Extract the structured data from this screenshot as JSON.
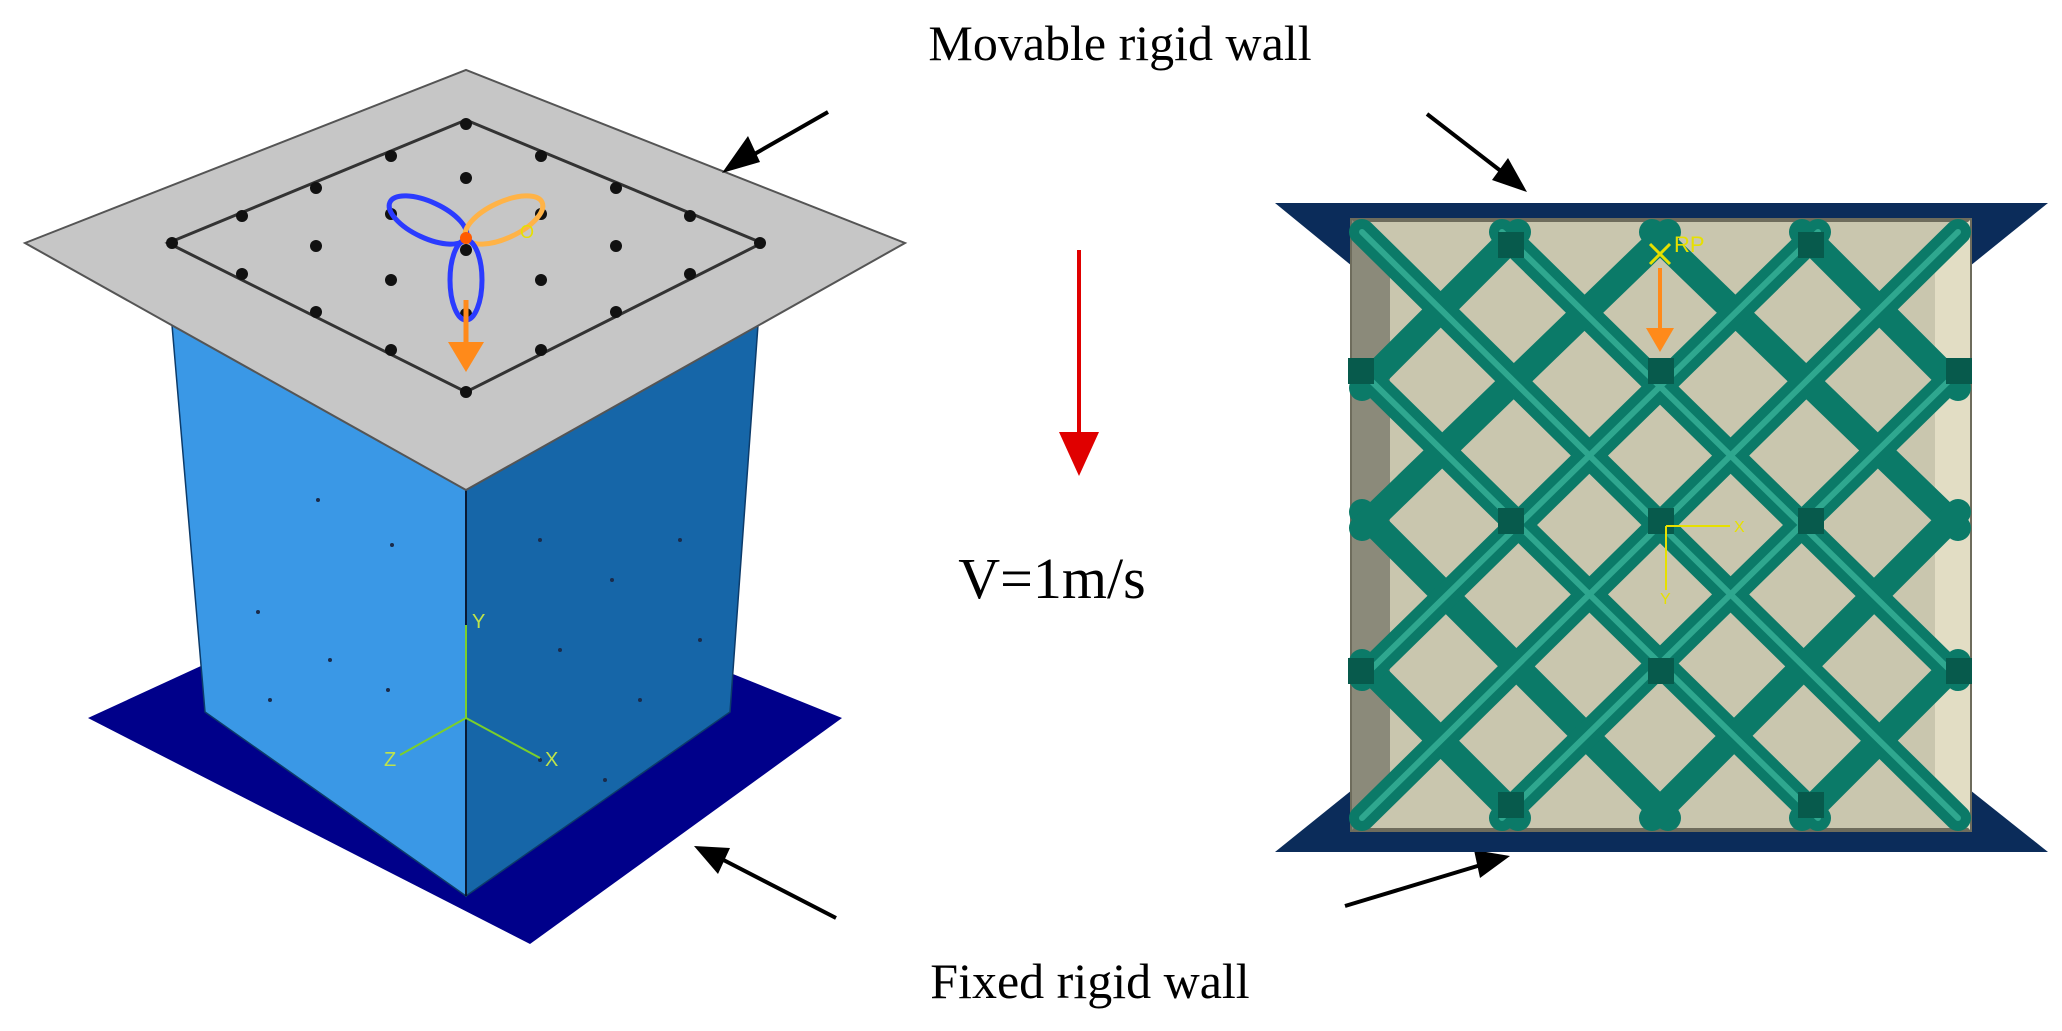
{
  "labels": {
    "movable_wall": "Movable rigid wall",
    "fixed_wall": "Fixed rigid wall",
    "velocity": "V=1m/s"
  },
  "left_model": {
    "axes": {
      "y": "Y",
      "x": "X",
      "z": "Z"
    }
  },
  "right_model": {
    "reference_point": "RP",
    "axes": {
      "x": "X",
      "y": "Y"
    }
  },
  "colors": {
    "arrow_red": "#e00000",
    "block_front": "#3a98e6",
    "block_side": "#1666a8",
    "base_plate": "#00008a",
    "top_plate": "#c6c6c6",
    "lattice": "#0b7a68",
    "lattice_bg": "#c9c6ae",
    "wall_navy": "#0b2c5a",
    "rp_yellow": "#e6e000",
    "load_orange": "#ff8a1a"
  }
}
